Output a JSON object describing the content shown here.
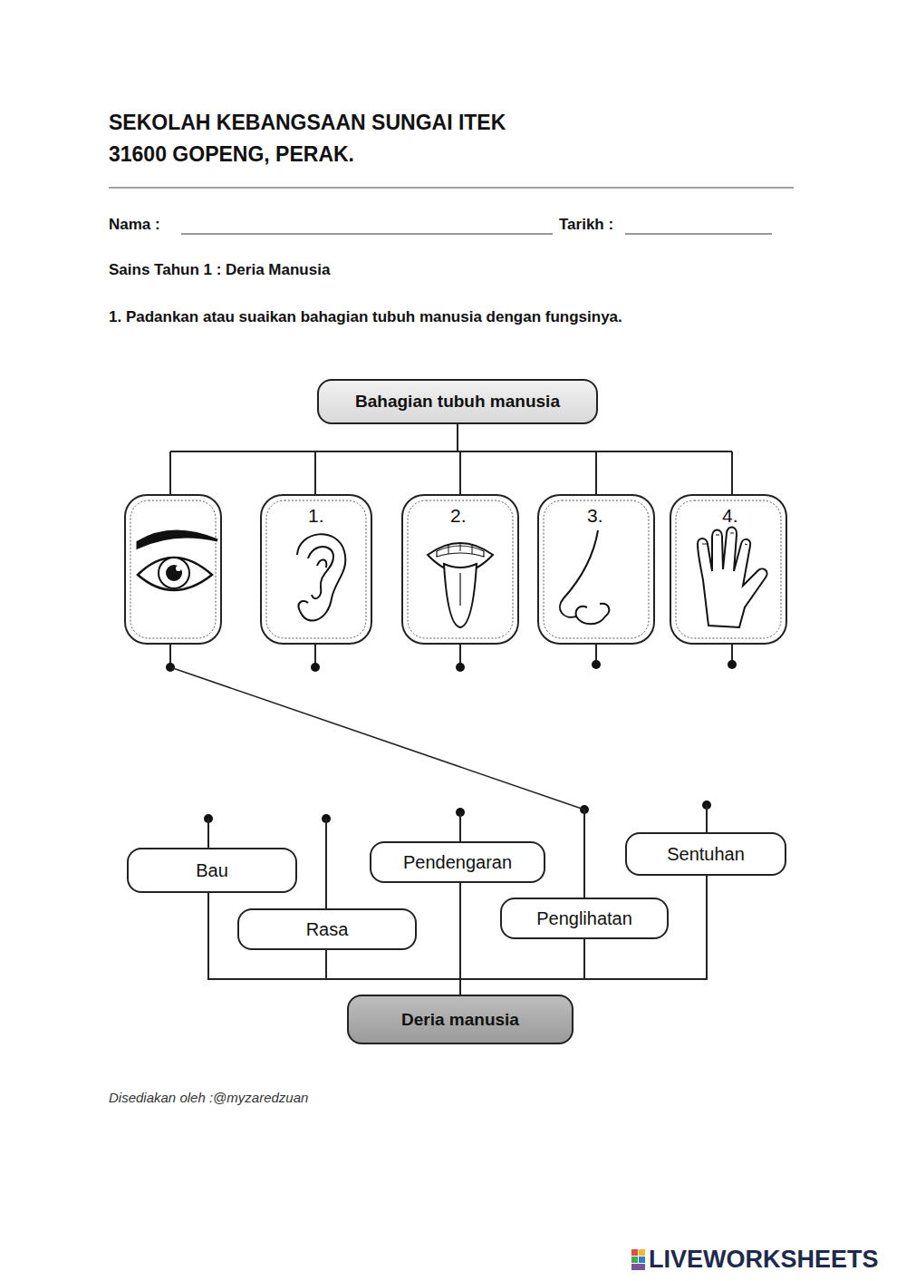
{
  "diagram": {
    "nodes": [
      {
        "text": [
          "Bahagian tubuh manusia"
        ]
      },
      {
        "text": [
          "Bau"
        ]
      },
      {
        "text": [
          "Rasa"
        ]
      },
      {
        "text": [
          "Pendengaran"
        ]
      },
      {
        "text": [
          "Penglihatan"
        ]
      },
      {
        "text": [
          "Sentuhan"
        ]
      },
      {
        "text": [
          "Deria manusia"
        ]
      }
    ],
    "edges": [
      {
        "from": 1,
        "to": 6,
        "arrow": "none"
      },
      {
        "from": 2,
        "to": 6,
        "arrow": "none"
      },
      {
        "from": 3,
        "to": 6,
        "arrow": "none"
      },
      {
        "from": 4,
        "to": 6,
        "arrow": "none"
      },
      {
        "from": 5,
        "to": 6,
        "arrow": "none"
      }
    ],
    "labels": [
      "SEKOLAH KEBANGSAAN SUNGAI ITEK",
      "31600 GOPENG, PERAK.",
      "Nama :",
      "Tarikh :",
      "Sains Tahun 1 : Deria Manusia",
      "1. Padankan atau suaikan bahagian tubuh manusia dengan fungsinya.",
      "1.",
      "2.",
      "3.",
      "4.",
      "Disediakan oleh :@myzaredzuan",
      "LIVEWORKSHEETS"
    ]
  }
}
